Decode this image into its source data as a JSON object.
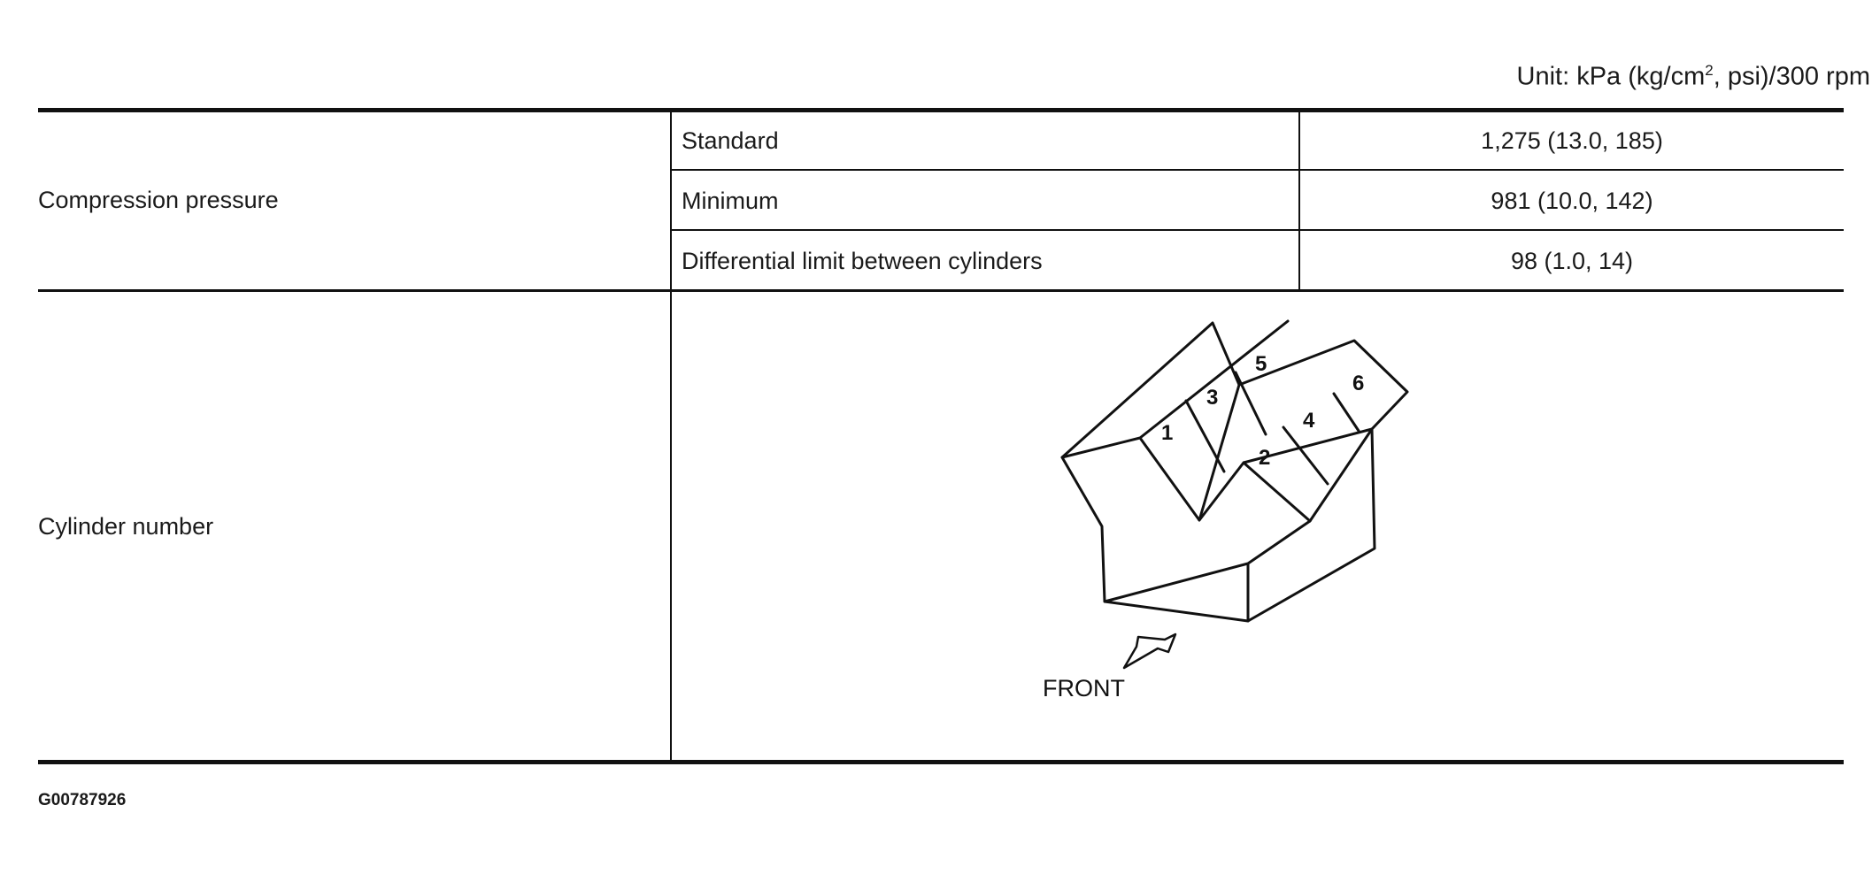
{
  "header": {
    "unit_prefix": "Unit: kPa (kg/cm",
    "unit_sup": "2",
    "unit_suffix": ", psi)/300 rpm"
  },
  "compression": {
    "label": "Compression pressure",
    "rows": [
      {
        "item": "Standard",
        "value": "1,275 (13.0, 185)"
      },
      {
        "item": "Minimum",
        "value": "981 (10.0, 142)"
      },
      {
        "item": "Differential limit between cylinders",
        "value": "98 (1.0, 14)"
      }
    ]
  },
  "cylinder": {
    "label": "Cylinder number",
    "diagram": {
      "numbers": [
        "1",
        "3",
        "5",
        "2",
        "4",
        "6"
      ],
      "front_label": "FRONT"
    }
  },
  "footer": {
    "figure_code": "G00787926"
  }
}
